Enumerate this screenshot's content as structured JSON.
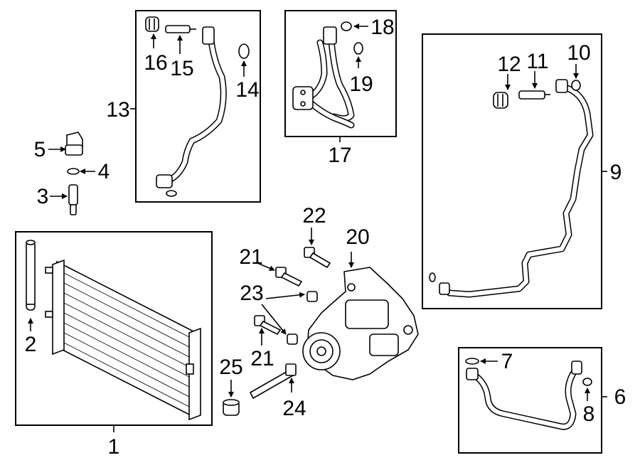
{
  "callouts": {
    "c1": "1",
    "c2": "2",
    "c3": "3",
    "c4": "4",
    "c5": "5",
    "c6": "6",
    "c7": "7",
    "c8": "8",
    "c9": "9",
    "c10": "10",
    "c11": "11",
    "c12": "12",
    "c13": "13",
    "c14": "14",
    "c15": "15",
    "c16": "16",
    "c17": "17",
    "c18": "18",
    "c19": "19",
    "c20": "20",
    "c21a": "21",
    "c21b": "21",
    "c22": "22",
    "c23": "23",
    "c24": "24",
    "c25": "25"
  }
}
